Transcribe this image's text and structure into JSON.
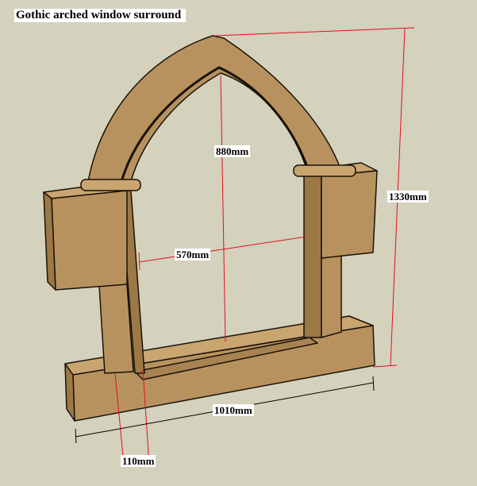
{
  "title": "Gothic arched window surround",
  "dimensions": {
    "inner_height": "880mm",
    "inner_width": "570mm",
    "overall_height": "1330mm",
    "overall_width": "1010mm",
    "pillar_width": "110mm"
  },
  "colors": {
    "background": "#d4d1bd",
    "stone": "#b8925e",
    "stone_dark": "#8a6a40",
    "dimension_red": "#e01020"
  }
}
